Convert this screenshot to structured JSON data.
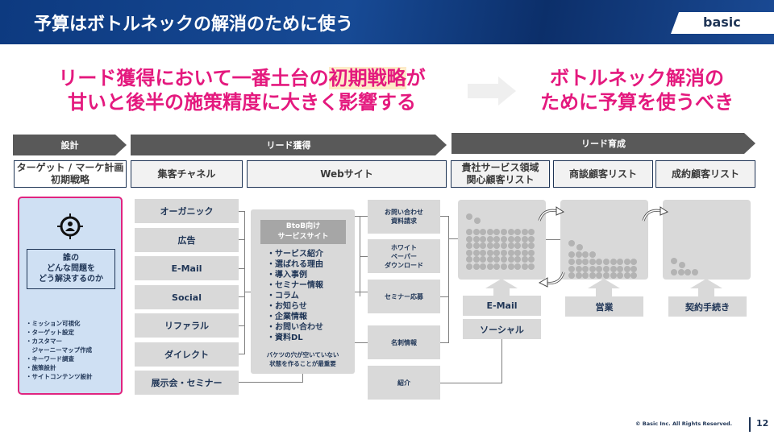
{
  "header": {
    "title": "予算はボトルネックの解消のために使う",
    "logo": "basic"
  },
  "headline": {
    "left_line1_pre": "リード獲得において一番土台の",
    "left_line1_hl": "初期戦略",
    "left_line1_post": "が",
    "left_line2": "甘いと後半の施策精度に大きく影響する",
    "right_line1": "ボトルネック解消の",
    "right_line2": "ために予算を使うべき"
  },
  "phases": [
    "設計",
    "リード獲得",
    "リード育成"
  ],
  "subs": [
    "ターゲット / マーケ計画",
    "初期戦略",
    "集客チャネル",
    "Webサイト",
    "貴社サービス領域",
    "関心顧客リスト",
    "商談顧客リスト",
    "成約顧客リスト"
  ],
  "design": {
    "box_lines": [
      "誰の",
      "どんな問題を",
      "どう解決するのか"
    ],
    "items": [
      "・ミッション可視化",
      "・ターゲット設定",
      "・カスタマー",
      "　ジャーニーマップ作成",
      "・キーワード調査",
      "・施策設計",
      "・サイトコンテンツ設計"
    ]
  },
  "channels": [
    "オーガニック",
    "広告",
    "E-Mail",
    "Social",
    "リファラル",
    "ダイレクト",
    "展示会・セミナー"
  ],
  "website": {
    "header1": "BtoB向け",
    "header2": "サービスサイト",
    "items": [
      "・サービス紹介",
      "・選ばれる理由",
      "・導入事例",
      "・セミナー情報",
      "・コラム",
      "・お知らせ",
      "・企業情報",
      "・お問い合わせ",
      "・資料DL"
    ],
    "note1": "バケツの穴が空いていない",
    "note2": "状態を作ることが最重要"
  },
  "conversions": [
    [
      "お問い合わせ",
      "資料請求"
    ],
    [
      "ホワイト",
      "ペーパー",
      "ダウンロード"
    ],
    [
      "セミナー応募"
    ],
    [
      "名刺情報"
    ],
    [
      "紹介"
    ]
  ],
  "nurture": {
    "email": "E-Mail",
    "social": "ソーシャル",
    "sales": "営業",
    "contract": "契約手続き"
  },
  "footer": {
    "copyright": "© Basic Inc. All Rights Reserved.",
    "page": "12"
  },
  "colors": {
    "accent": "#e4197e",
    "navy": "#1f3556"
  }
}
